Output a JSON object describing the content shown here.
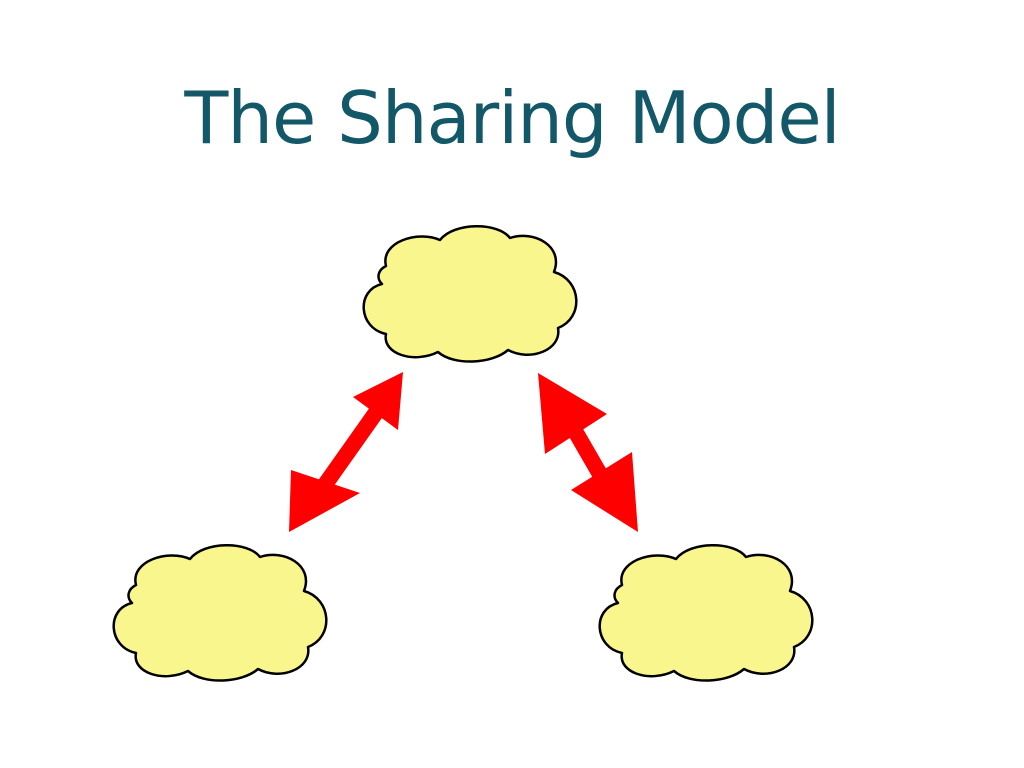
{
  "slide": {
    "title": "The Sharing Model"
  },
  "colors": {
    "title": "#135868",
    "cloud_fill": "#FAF68E",
    "cloud_stroke": "#000000",
    "arrow_fill": "#FF0000",
    "background": "#FFFFFF"
  },
  "diagram": {
    "nodes": [
      {
        "id": "top-cloud",
        "shape": "cloud"
      },
      {
        "id": "bottom-left-cloud",
        "shape": "cloud"
      },
      {
        "id": "bottom-right-cloud",
        "shape": "cloud"
      }
    ],
    "edges": [
      {
        "from": "top-cloud",
        "to": "bottom-left-cloud",
        "style": "double-headed-arrow"
      },
      {
        "from": "top-cloud",
        "to": "bottom-right-cloud",
        "style": "double-headed-arrow"
      }
    ]
  }
}
